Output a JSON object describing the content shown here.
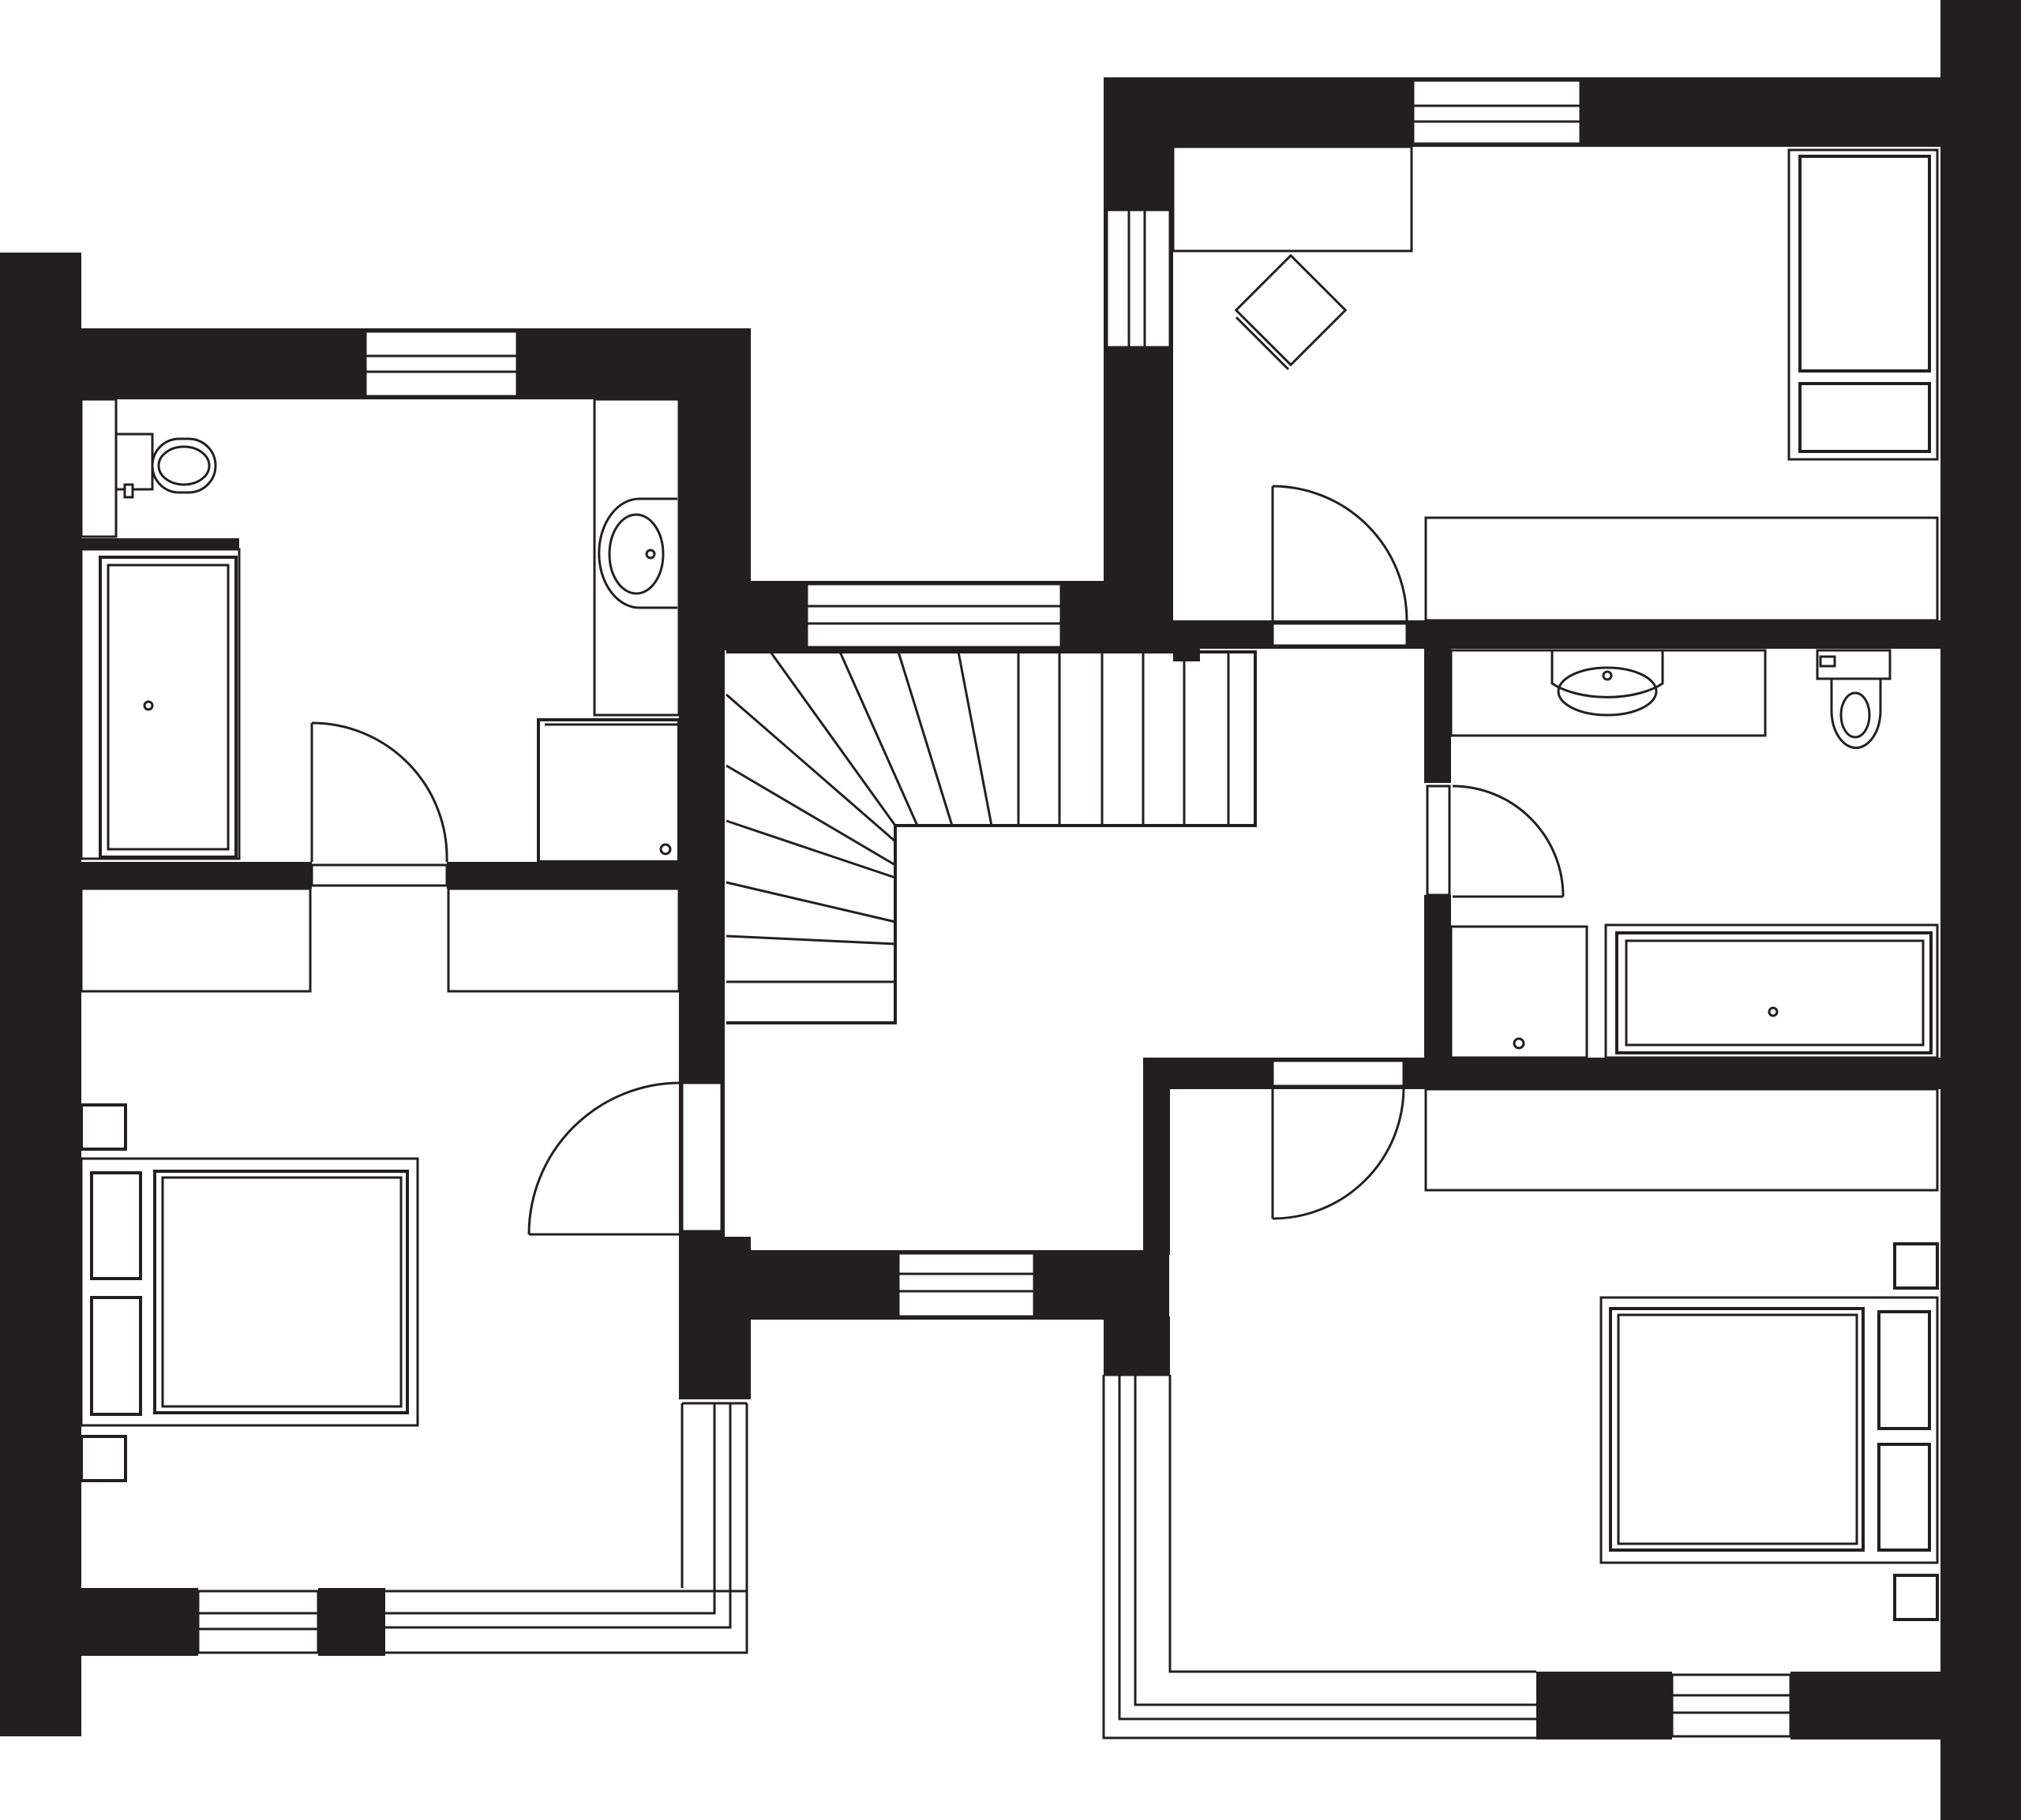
{
  "plan": {
    "wall_color": "#231f20",
    "background_color": "#ffffff",
    "rooms": [
      "bathroom-upper-left",
      "bedroom-left",
      "stair-hall",
      "study-room",
      "bathroom-right",
      "bedroom-right"
    ]
  }
}
